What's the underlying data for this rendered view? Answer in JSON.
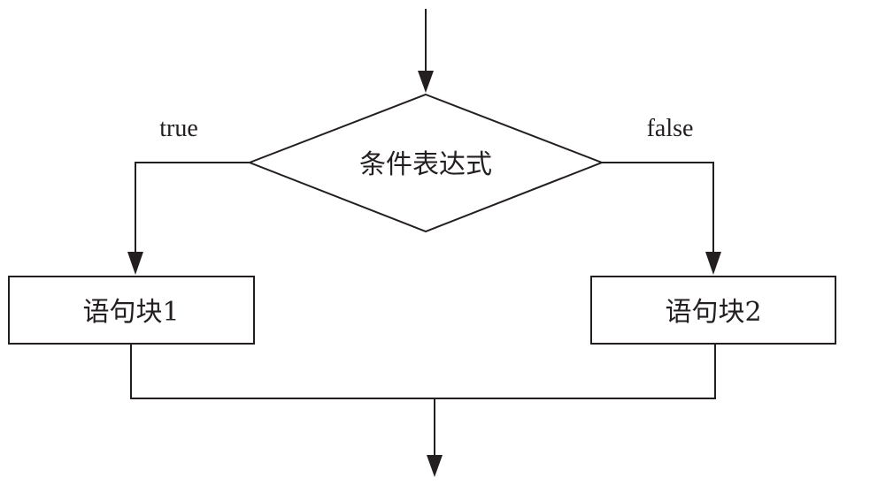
{
  "diagram": {
    "condition": {
      "label": "条件表达式"
    },
    "true_branch": {
      "label": "true"
    },
    "false_branch": {
      "label": "false"
    },
    "block1": {
      "label": "语句块1"
    },
    "block2": {
      "label": "语句块2"
    }
  },
  "colors": {
    "stroke": "#231f20",
    "background": "#ffffff"
  }
}
